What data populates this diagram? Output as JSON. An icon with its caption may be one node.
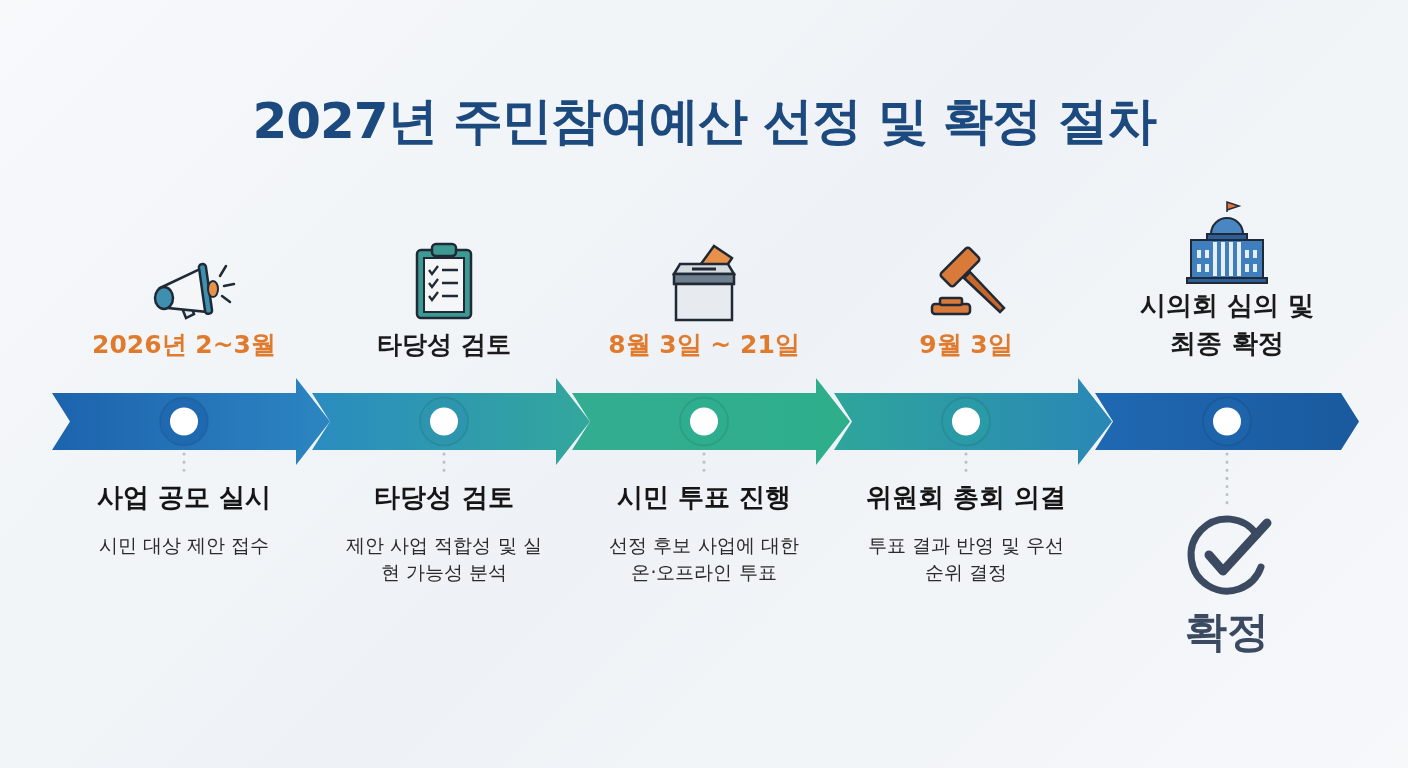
{
  "diagram": {
    "title": "2027년 주민참여예산 선정 및 확정 절차",
    "nodes": [
      {
        "text": [
          "2026년 2~3월",
          "사업 공모 실시",
          "시민 대상 제안 접수"
        ]
      },
      {
        "text": [
          "타당성 검토",
          "타당성 검토",
          "제안 사업 적합성 및 실현 가능성 분석"
        ]
      },
      {
        "text": [
          "8월 3일 ~ 21일",
          "시민 투표 진행",
          "선정 후보 사업에 대한 온·오프라인 투표"
        ]
      },
      {
        "text": [
          "9월 3일",
          "위원회 총회 의결",
          "투표 결과 반영 및 우선순위 결정"
        ]
      },
      {
        "text": [
          "시의회 심의 및 최종 확정",
          "확정"
        ]
      }
    ]
  }
}
